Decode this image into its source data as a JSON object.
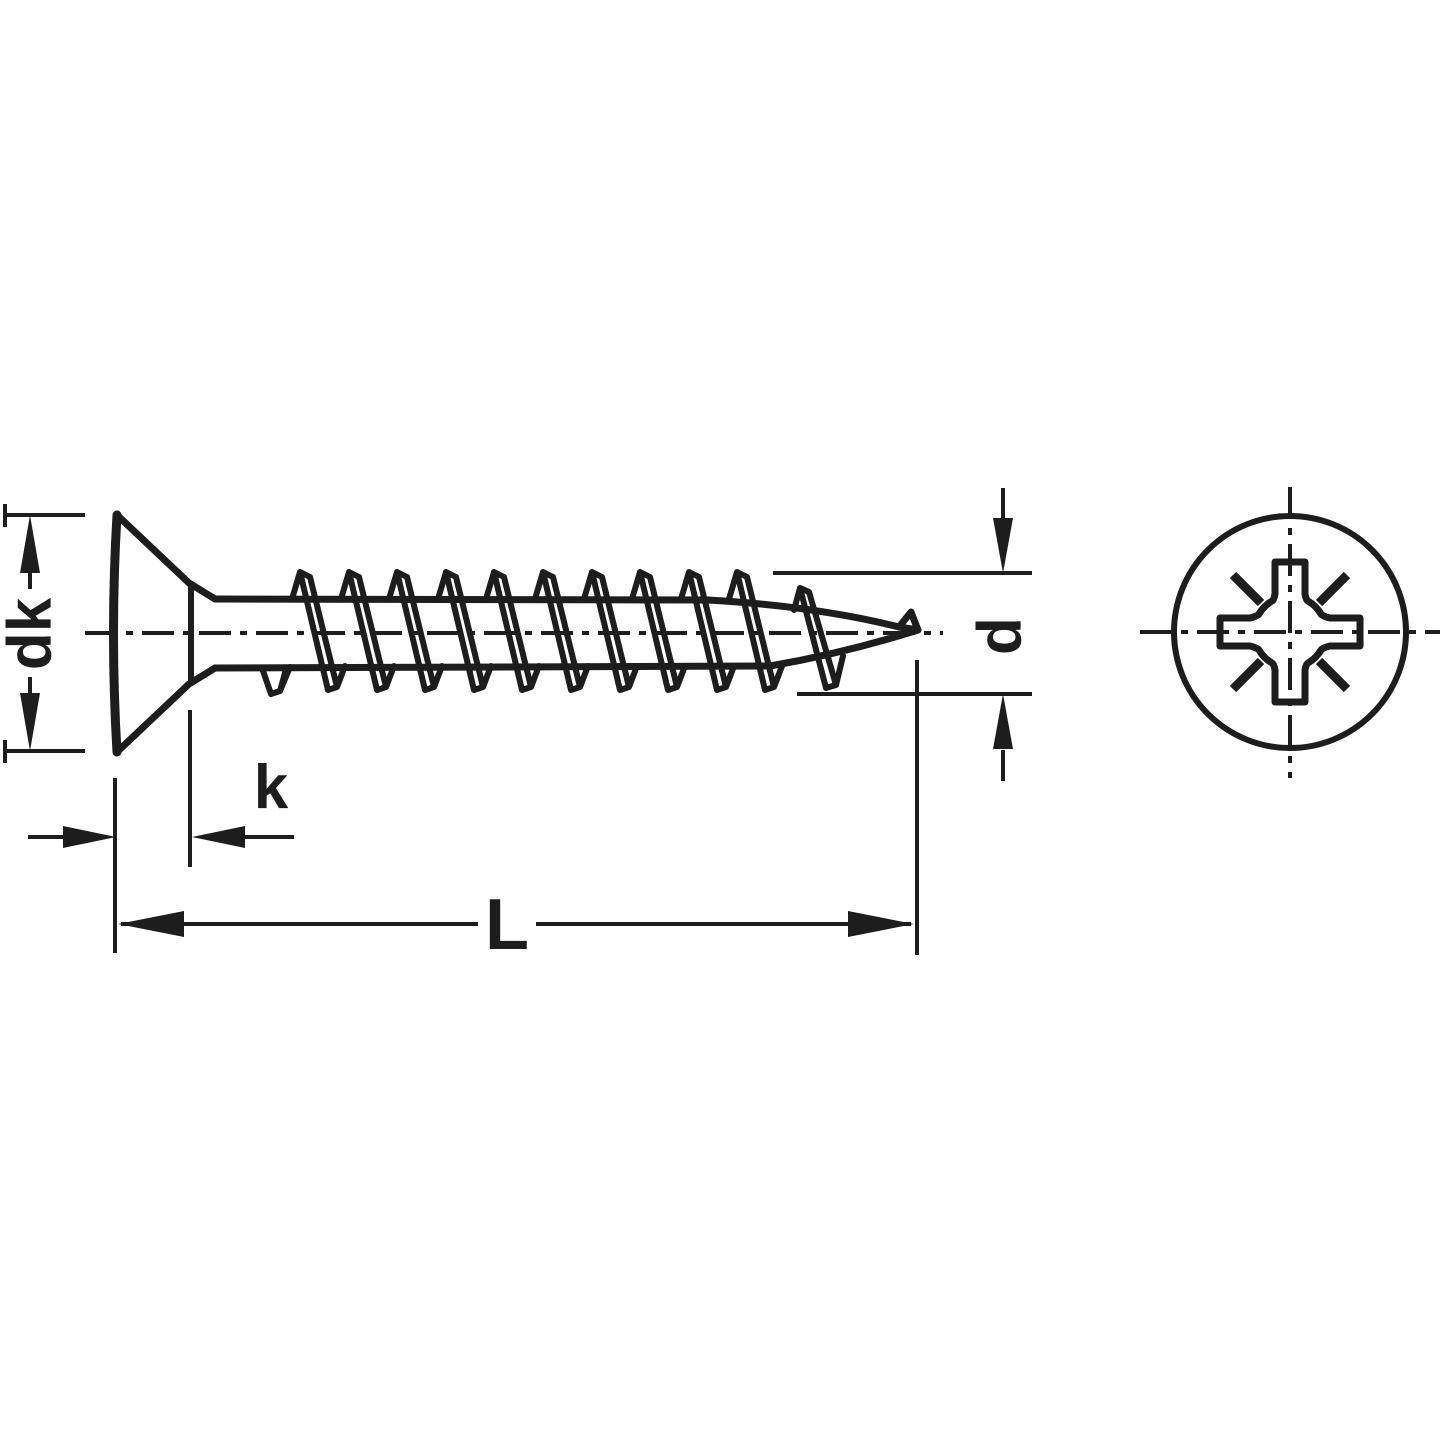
{
  "diagram": {
    "type": "technical-drawing",
    "description": "Countersunk pozidriv screw, side view with dimensions and head front view",
    "labels": {
      "head_diameter": "dk",
      "head_height": "k",
      "total_length": "L",
      "thread_diameter": "d"
    },
    "colors": {
      "line": "#1d1d1d",
      "background": "#ffffff"
    }
  }
}
